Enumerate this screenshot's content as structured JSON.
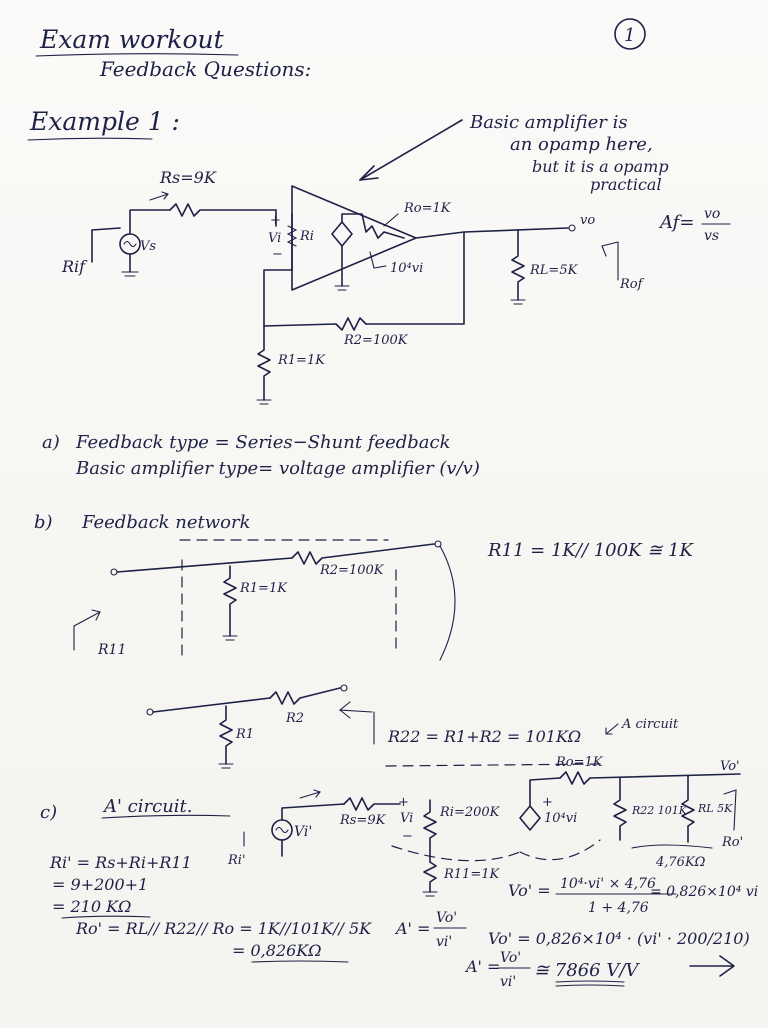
{
  "header": {
    "title": "Exam workout",
    "subtitle": "Feedback Questions:",
    "page_number": "1"
  },
  "example1": {
    "heading": "Example 1 :",
    "annotation_line1": "Basic amplifier is",
    "annotation_line2": "an opamp here,",
    "annotation_line3": "but it is a opamp",
    "annotation_line4": "practical",
    "circuit_labels": {
      "rs": "Rs=9K",
      "vs": "Vs",
      "rif": "Rif",
      "vi": "Vi",
      "plus": "+",
      "minus": "−",
      "ri": "Ri",
      "ro": "Ro=1K",
      "dep_source": "10⁴vi",
      "vo": "vo",
      "rl": "RL=5K",
      "rof": "Rof",
      "r2": "R2=100K",
      "r1": "R1=1K",
      "af_lhs": "Af=",
      "af_num": "vo",
      "af_den": "vs"
    }
  },
  "part_a": {
    "label": "a)",
    "line1": "Feedback type =  Series−Shunt feedback",
    "line2": "Basic  amplifier type=  voltage amplifier (v/v)"
  },
  "part_b": {
    "label": "b)",
    "title": "Feedback network",
    "r1": "R1=1K",
    "r2": "R2=100K",
    "r11_label": "R11",
    "r11_eq": "R11 = 1K// 100K ≅ 1K",
    "r1_b": "R1",
    "r2_b": "R2",
    "r22_eq": "R22 = R1+R2 = 101KΩ",
    "a_circuit_note": "A circuit"
  },
  "part_c": {
    "label": "c)",
    "title": "A' circuit.",
    "vi_prime": "Vi'",
    "ri_prime": "Ri'",
    "rs": "Rs=9K",
    "ri": "Ri=200K",
    "r11": "R11=1K",
    "ro": "Ro=1K",
    "dep_source": "10⁴vi",
    "r22": "R22 101K",
    "rl": "RL 5K",
    "vo_prime": "Vo'",
    "ro_prime": "Ro'",
    "parallel": "4,76KΩ",
    "ri_calc1": "Ri' = Rs+Ri+R11",
    "ri_calc2": "= 9+200+1",
    "ri_calc3": "= 210 KΩ",
    "ro_calc1": "Ro' = RL// R22// Ro = 1K//101K// 5K",
    "ro_calc2": "= 0,826KΩ",
    "a_def_lhs": "A' =",
    "a_def_num": "Vo'",
    "a_def_den": "vi'",
    "vo_calc1_lhs": "Vo' =",
    "vo_calc1_num": "10⁴·vi' × 4,76",
    "vo_calc1_den": "1 + 4,76",
    "vo_calc1_rhs": "= 0,826×10⁴ vi",
    "vo_calc2": "Vo' = 0,826×10⁴ · (vi' · 200/210)",
    "a_result_lhs": "A' =",
    "a_result_num": "Vo'",
    "a_result_den": "vi'",
    "a_result_rhs": "≅ 7866 V/V"
  }
}
